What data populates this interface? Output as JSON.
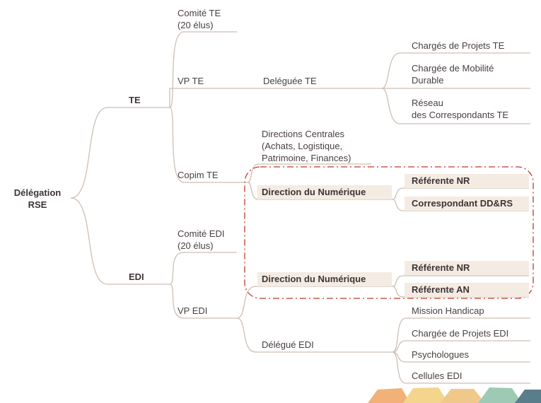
{
  "root": {
    "line1": "Délégation",
    "line2": "RSE"
  },
  "te": {
    "title": "TE",
    "comite": {
      "line1": "Comité TE",
      "line2": "(20 élus)"
    },
    "vp": "VP TE",
    "deleguee": "Deléguée TE",
    "charges_projets": "Chargés de Projets TE",
    "mobilite": {
      "line1": "Chargée de Mobilité",
      "line2": "Durable"
    },
    "reseau": {
      "line1": "Réseau",
      "line2": "des Correspondants TE"
    },
    "copim": "Copim TE",
    "directions_centrales": {
      "line1": "Directions Centrales",
      "line2": "(Achats, Logistique,",
      "line3": "Patrimoine, Finances)"
    },
    "direction_numerique": "Direction du Numérique",
    "referente_nr": "Référente NR",
    "correspondant": "Correspondant DD&RS"
  },
  "edi": {
    "title": "EDI",
    "comite": {
      "line1": "Comité EDI",
      "line2": "(20 élus)"
    },
    "vp": "VP EDI",
    "direction_numerique": "Direction du Numérique",
    "referente_nr": "Référente NR",
    "referente_an": "Référente AN",
    "delegue": "Délégué EDI",
    "mission_handicap": "Mission Handicap",
    "charge_projets": "Chargée de Projets EDI",
    "psychologues": "Psychologues",
    "cellules": "Cellules EDI"
  },
  "colors": {
    "line": "#cdbfb3",
    "highlight": "#f4ebe3",
    "dashed_box": "#c0392b",
    "decor": [
      "#f1b179",
      "#f4d58d",
      "#9ec9b5",
      "#5a7d8c"
    ]
  }
}
